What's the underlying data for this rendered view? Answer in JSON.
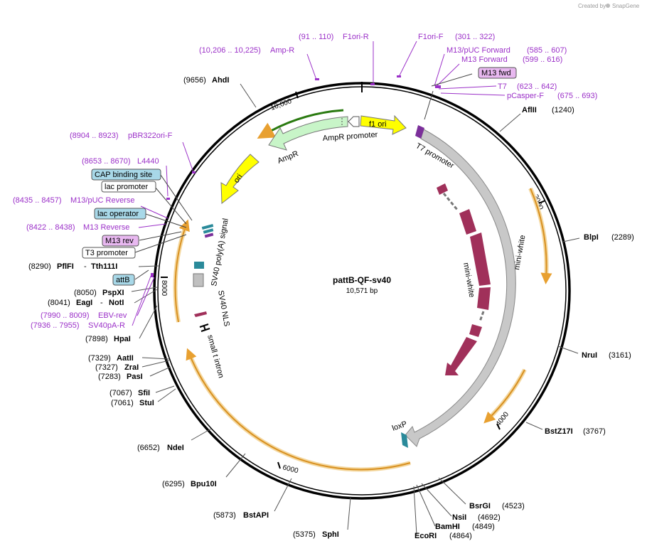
{
  "plasmid": {
    "name": "pattB-QF-sv40",
    "length": "10,571 bp"
  },
  "credit": {
    "prefix": "Created by",
    "brand": "SnapGene"
  },
  "ticks": {
    "t2000": "2000",
    "t4000": "4000",
    "t6000": "6000",
    "t8000": "8000",
    "t10000": "10,000"
  },
  "enzymes": {
    "ahdi": {
      "pos": "(9656)",
      "name": "AhdI"
    },
    "aflii": {
      "name": "AflII",
      "pos": "(1240)"
    },
    "blpi": {
      "name": "BlpI",
      "pos": "(2289)"
    },
    "nrui": {
      "name": "NruI",
      "pos": "(3161)"
    },
    "bstz": {
      "name": "BstZ17I",
      "pos": "(3767)"
    },
    "bsrgi": {
      "name": "BsrGI",
      "pos": "(4523)"
    },
    "nsii": {
      "name": "NsiI",
      "pos": "(4692)"
    },
    "bamhi": {
      "name": "BamHI",
      "pos": "(4849)"
    },
    "ecori": {
      "name": "EcoRI",
      "pos": "(4864)"
    },
    "sphi": {
      "pos": "(5375)",
      "name": "SphI"
    },
    "bstapi": {
      "pos": "(5873)",
      "name": "BstAPI"
    },
    "bpu": {
      "pos": "(6295)",
      "name": "Bpu10I"
    },
    "ndei": {
      "pos": "(6652)",
      "name": "NdeI"
    },
    "stui": {
      "pos": "(7061)",
      "name": "StuI"
    },
    "sfii": {
      "pos": "(7067)",
      "name": "SfiI"
    },
    "pasi": {
      "pos": "(7283)",
      "name": "PasI"
    },
    "zrai": {
      "pos": "(7327)",
      "name": "ZraI"
    },
    "aatii": {
      "pos": "(7329)",
      "name": "AatII"
    },
    "hpai": {
      "pos": "(7898)",
      "name": "HpaI"
    },
    "eagi": {
      "pos": "(8041)",
      "name": "EagI",
      "extra": "NotI"
    },
    "pspxi": {
      "pos": "(8050)",
      "name": "PspXI"
    },
    "pflfi": {
      "pos": "(8290)",
      "name": "PflFI",
      "extra": "Tth111I"
    }
  },
  "primers": {
    "f1orir": {
      "range": "(91 .. 110)",
      "name": "F1ori-R"
    },
    "f1orif": {
      "name": "F1ori-F",
      "range": "(301 .. 322)"
    },
    "ampr": {
      "range": "(10,206 .. 10,225)",
      "name": "Amp-R"
    },
    "m13puc": {
      "name": "M13/pUC Forward",
      "range": "(585 .. 607)"
    },
    "m13fw": {
      "name": "M13 Forward",
      "range": "(599 .. 616)"
    },
    "t7": {
      "name": "T7",
      "range": "(623 .. 642)"
    },
    "pcasper": {
      "name": "pCasper-F",
      "range": "(675 .. 693)"
    },
    "pbr": {
      "range": "(8904 .. 8923)",
      "name": "pBR322ori-F"
    },
    "l4440": {
      "range": "(8653 .. 8670)",
      "name": "L4440"
    },
    "m13pucr": {
      "range": "(8435 .. 8457)",
      "name": "M13/pUC Reverse"
    },
    "m13rev": {
      "range": "(8422 .. 8438)",
      "name": "M13 Reverse"
    },
    "ebv": {
      "range": "(7990 .. 8009)",
      "name": "EBV-rev"
    },
    "sv40pa": {
      "range": "(7936 .. 7955)",
      "name": "SV40pA-R"
    }
  },
  "boxes": {
    "m13fwd": "M13 fwd",
    "cap": "CAP binding site",
    "lacprom": "lac promoter",
    "lacop": "lac operator",
    "m13rev": "M13 rev",
    "t3": "T3 promoter",
    "attb": "attB"
  },
  "features": {
    "f1ori": "f1 ori",
    "amprprom": "AmpR promoter",
    "ampr": "AmpR",
    "ori": "ori",
    "t7prom": "T7 promoter",
    "miniwhite_outer": "mini-white",
    "miniwhite_inner": "mini-white",
    "loxp": "loxP",
    "sv40polya": "SV40 poly(A) signal",
    "sv40nls": "SV40 NLS",
    "smallt": "small t intron"
  },
  "colors": {
    "backbone": "#000000",
    "primer": "#9b30c8",
    "f1ori": "#ffff00",
    "ampr": "#c8f5c8",
    "ori": "#ffff00",
    "miniwhite_gene": "#a0305a",
    "miniwhite_seg": "#c0c0c0",
    "orf": "#e8a030",
    "cyan_box": "#a8d8e8",
    "pink_box": "#e8b8f0"
  }
}
